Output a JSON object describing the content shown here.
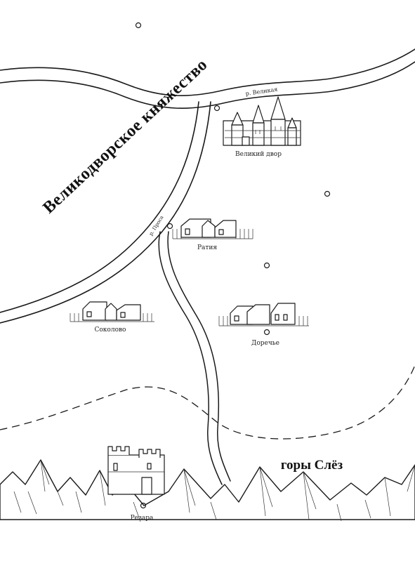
{
  "map": {
    "region_title": "Великодворское княжество",
    "mountains_label": "горы Слёз",
    "rivers": [
      {
        "id": "velikaya",
        "label": "р. Великая"
      },
      {
        "id": "prosa",
        "label": "р. Проса"
      }
    ],
    "settlements": [
      {
        "id": "veliky-dvor",
        "label": "Великий двор"
      },
      {
        "id": "ratiya",
        "label": "Ратия"
      },
      {
        "id": "sokolovo",
        "label": "Соколово"
      },
      {
        "id": "dorechye",
        "label": "Доречье"
      },
      {
        "id": "rezara",
        "label": "Резара"
      }
    ]
  }
}
